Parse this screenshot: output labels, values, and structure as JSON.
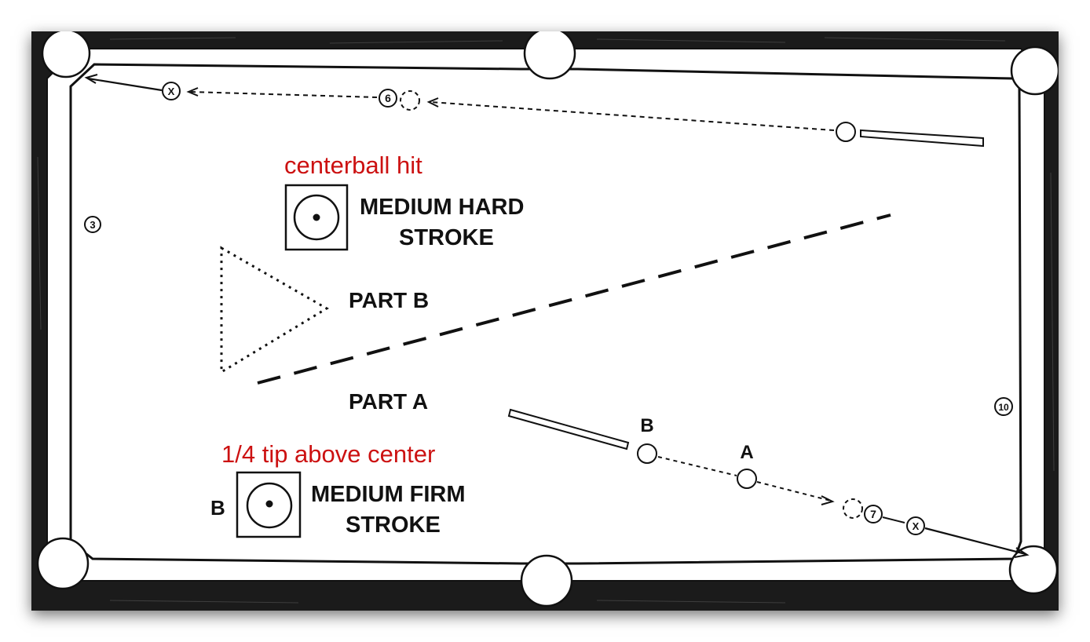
{
  "diagram": {
    "annotation_top": "centerball hit",
    "annotation_bottom": "1/4 tip above center",
    "stroke_top_line1": "MEDIUM HARD",
    "stroke_top_line2": "STROKE",
    "stroke_bottom_line1": "MEDIUM FIRM",
    "stroke_bottom_line2": "STROKE",
    "stroke_bottom_prefix": "B",
    "part_b": "PART B",
    "part_a": "PART A",
    "ball_3": "3",
    "ball_6": "6",
    "ball_7": "7",
    "ball_10": "10",
    "mark_x": "X",
    "cue_label_a": "A",
    "cue_label_b": "B"
  },
  "colors": {
    "rail": "#1b1b1b",
    "cloth": "#ffffff",
    "ink": "#111111",
    "annotation": "#cc1111"
  }
}
